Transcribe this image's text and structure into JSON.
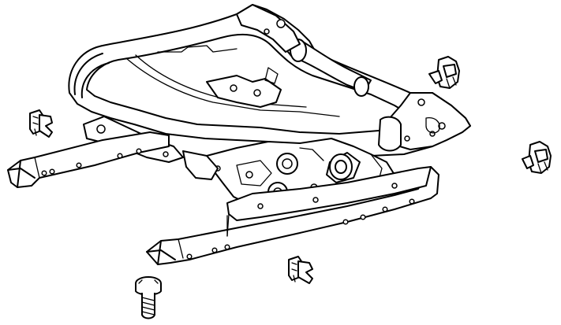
{
  "diagram": {
    "background": "#ffffff",
    "line_color": "#000000",
    "parts": [
      {
        "id": "seat-frame",
        "icon": "seat-frame-icon"
      },
      {
        "id": "left-track",
        "icon": "seat-track-icon"
      },
      {
        "id": "right-track",
        "icon": "seat-track-icon"
      },
      {
        "id": "clip-left",
        "icon": "clip-icon"
      },
      {
        "id": "clip-upper-right",
        "icon": "clip-icon"
      },
      {
        "id": "clip-far-right",
        "icon": "clip-icon"
      },
      {
        "id": "clip-bottom-center",
        "icon": "clip-icon"
      },
      {
        "id": "bolt",
        "icon": "bolt-icon"
      }
    ]
  }
}
